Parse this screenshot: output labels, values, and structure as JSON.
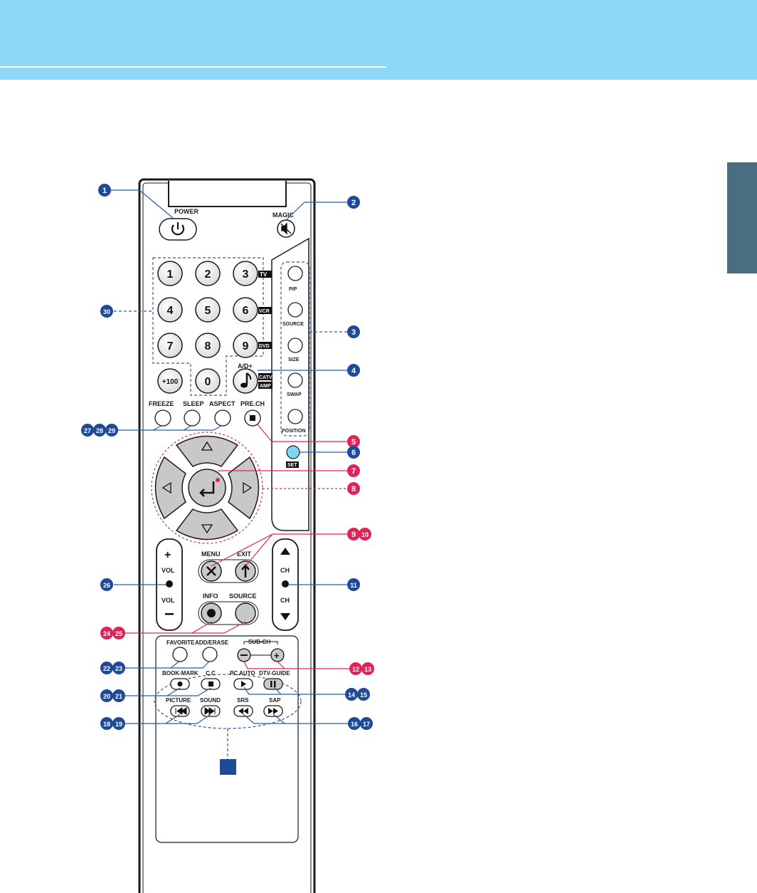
{
  "colors": {
    "header_band": "#8dd8f6",
    "side_tab": "#4a6d80",
    "callout_blue": "#1f4a9a",
    "callout_red": "#e0245a",
    "set_button": "#7fd4f4",
    "dashed_blue": "#2d5aa0",
    "dashed_red": "#e0245a",
    "remote_body": "#ffffff",
    "remote_outline": "#222222",
    "nav_pad": "#c8c8c8"
  },
  "labels": {
    "power": "POWER",
    "magic": "MAGIC",
    "pip": "PIP",
    "source_side": "SOURCE",
    "size": "SIZE",
    "swap": "SWAP",
    "position": "POSITION",
    "set": "SET",
    "ad_plus": "A/D+",
    "catv": "CATV",
    "amp": "AMP",
    "tv": "TV",
    "vcr": "VCR",
    "dvd": "DVD",
    "freeze": "FREEZE",
    "sleep": "SLEEP",
    "aspect": "ASPECT",
    "prech": "PRE.CH",
    "menu": "MENU",
    "exit": "EXIT",
    "vol": "VOL",
    "ch": "CH",
    "info": "INFO",
    "source": "SOURCE",
    "favorite": "FAVORITE",
    "add_erase": "ADD/ERASE",
    "sub_ch": "SUB-CH",
    "bookmark": "BOOK-MARK",
    "cc": "C.C",
    "pc_auto": "PC AUTO",
    "dtv_guide": "DTV-GUIDE",
    "picture": "PICTURE",
    "sound": "SOUND",
    "srs": "SRS",
    "sap": "SAP"
  },
  "digits": [
    "1",
    "2",
    "3",
    "4",
    "5",
    "6",
    "7",
    "8",
    "9",
    "+100",
    "0"
  ],
  "callouts": {
    "c1": "1",
    "c2": "2",
    "c3": "3",
    "c4": "4",
    "c5": "5",
    "c6": "6",
    "c7": "7",
    "c8": "8",
    "c9": "9",
    "c10": "10",
    "c11": "11",
    "c12": "12",
    "c13": "13",
    "c14": "14",
    "c15": "15",
    "c16": "16",
    "c17": "17",
    "c18": "18",
    "c19": "19",
    "c20": "20",
    "c21": "21",
    "c22": "22",
    "c23": "23",
    "c24": "24",
    "c25": "25",
    "c26": "26",
    "c27": "27",
    "c28": "28",
    "c29": "29",
    "c30": "30"
  },
  "icons": {
    "power": "power-icon",
    "mute": "mute-icon",
    "note": "music-note-icon",
    "enter": "enter-icon",
    "arrows": [
      "arrow-up-icon",
      "arrow-left-icon",
      "arrow-right-icon",
      "arrow-down-icon"
    ]
  }
}
